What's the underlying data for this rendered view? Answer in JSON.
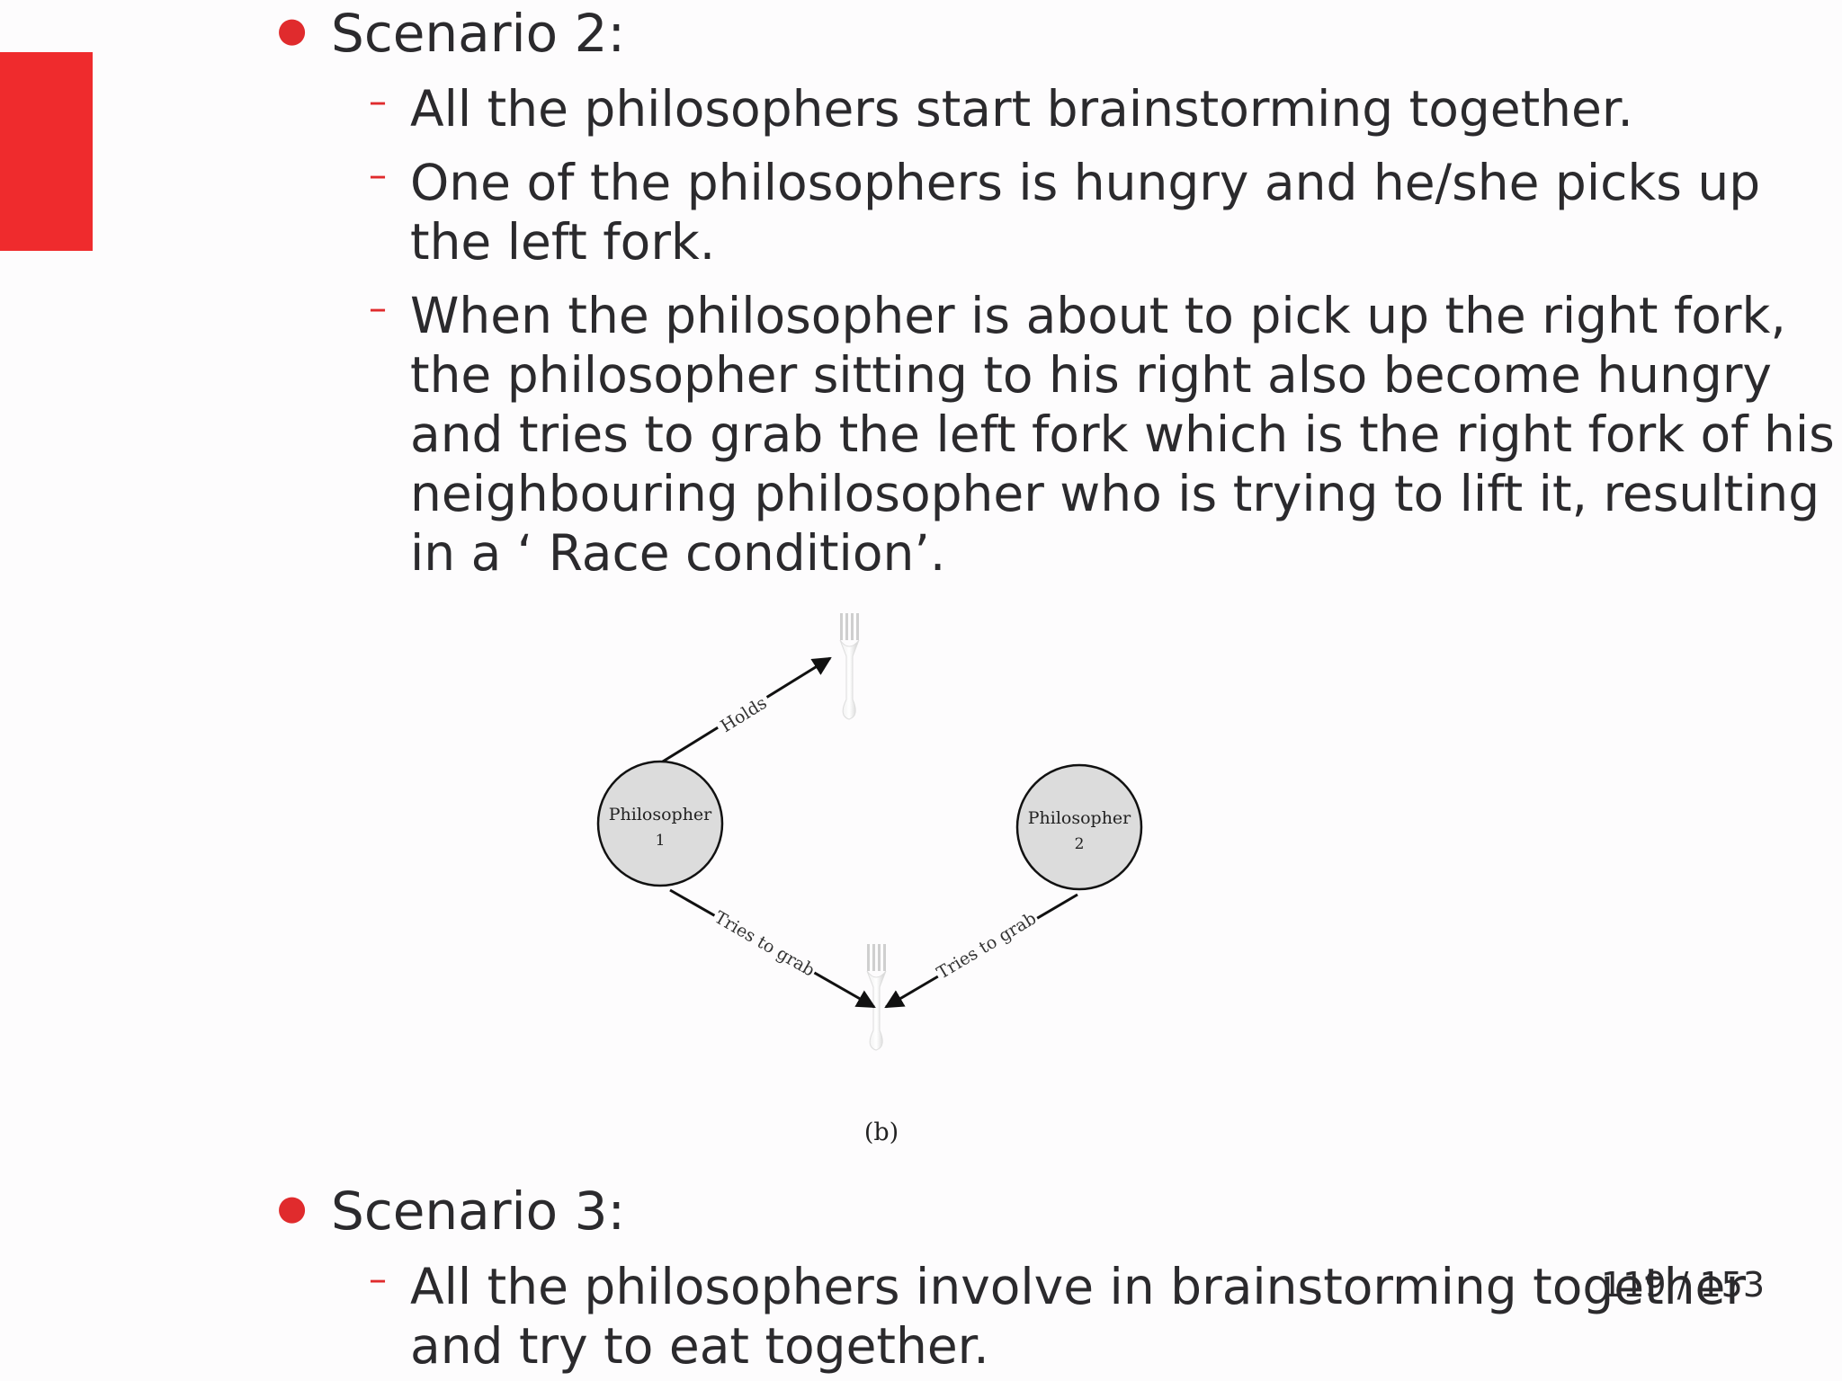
{
  "slide": {
    "bullets": [
      {
        "label": "Scenario 2:",
        "subs": [
          "All the philosophers start brainstorming together.",
          "One of the philosophers is hungry and he/she picks up the left fork.",
          "When the philosopher is about to pick up the right fork, the philosopher sitting to his right also become hungry and tries to grab the left fork which is the right fork of his neighbouring philosopher who is trying to lift it, resulting in a ‘ Race condition’."
        ]
      },
      {
        "label": "Scenario 3:",
        "subs": [
          "All the philosophers involve in brainstorming together and try to eat together."
        ]
      }
    ],
    "page_number": "119 / 153"
  },
  "diagram": {
    "philosopher1": [
      "Philosopher",
      "1"
    ],
    "philosopher2": [
      "Philosopher",
      "2"
    ],
    "holds_label": "Holds",
    "tries_label_1": "Tries to grab",
    "tries_label_2": "Tries to grab",
    "caption": "(b)"
  },
  "colors": {
    "accent": "#ef2b2d",
    "text": "#2b2a2d",
    "node_fill": "#dcdcdc"
  }
}
